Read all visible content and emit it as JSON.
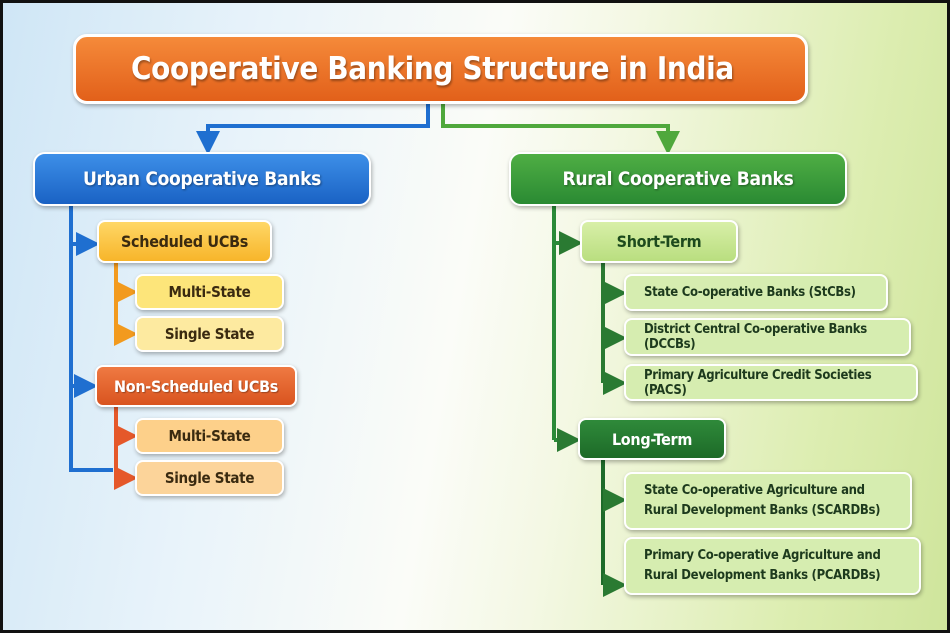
{
  "title": "Cooperative Banking Structure in India",
  "urban": {
    "label": "Urban Cooperative Banks",
    "scheduled": {
      "label": "Scheduled UCBs",
      "children": [
        "Multi-State",
        "Single State"
      ]
    },
    "non_scheduled": {
      "label": "Non-Scheduled UCBs",
      "children": [
        "Multi-State",
        "Single State"
      ]
    }
  },
  "rural": {
    "label": "Rural Cooperative Banks",
    "short_term": {
      "label": "Short-Term",
      "children": [
        "State Co-operative Banks (StCBs)",
        "District Central Co-operative Banks (DCCBs)",
        "Primary Agriculture Credit Societies (PACS)"
      ]
    },
    "long_term": {
      "label": "Long-Term",
      "children": [
        "State Co-operative Agriculture and Rural Development Banks (SCARDBs)",
        "Primary Co-operative Agriculture and Rural Development Banks (PCARDBs)"
      ]
    }
  },
  "colors": {
    "blue": "#1f6fd0",
    "green": "#2e8b3a",
    "orange": "#f08a1c",
    "red": "#e5582a",
    "dark_green": "#1e6b2a"
  }
}
